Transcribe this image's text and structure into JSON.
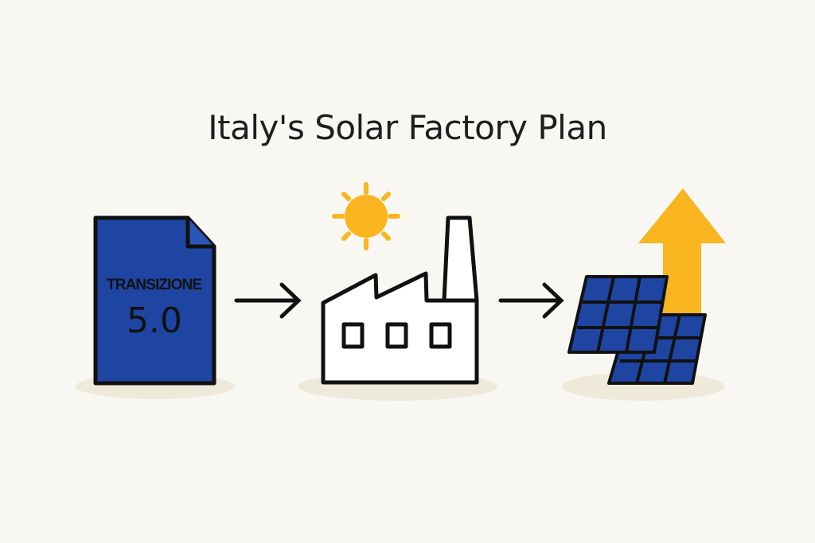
{
  "title": "Italy's Solar Factory Plan",
  "document": {
    "line1": "TRANSIZIONE",
    "line2": "5.0"
  },
  "colors": {
    "background": "#f9f7f2",
    "blue": "#1f45a3",
    "yellow": "#f9b51f",
    "outline": "#111111",
    "shadow": "#efe9dc"
  },
  "icons": [
    "document-icon",
    "arrow-right-icon",
    "sun-icon",
    "factory-icon",
    "arrow-right-icon",
    "growth-arrow-icon",
    "solar-panel-icon"
  ]
}
